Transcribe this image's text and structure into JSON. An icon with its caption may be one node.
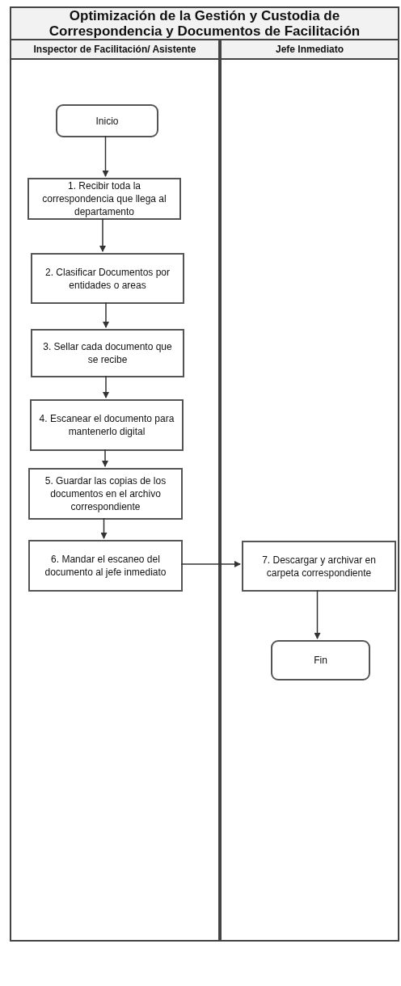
{
  "diagram": {
    "title": "Optimización de la Gestión y Custodia de Correspondencia y Documentos de Facilitación",
    "nodes": [
      {
        "text": [
          "Inspector de Facilitación/ Asistente"
        ]
      },
      {
        "text": [
          "Jefe Inmediato"
        ]
      },
      {
        "text": [
          "Inicio"
        ],
        "in": 0
      },
      {
        "text": [
          "1. Recibir toda la correspondencia que llega al departamento"
        ],
        "in": 0
      },
      {
        "text": [
          "2. Clasificar Documentos por entidades o areas"
        ],
        "in": 0
      },
      {
        "text": [
          "3. Sellar cada documento que se recibe"
        ],
        "in": 0
      },
      {
        "text": [
          "4. Escanear el documento para mantenerlo digital"
        ],
        "in": 0
      },
      {
        "text": [
          "5. Guardar las copias de los documentos en el archivo correspondiente"
        ],
        "in": 0
      },
      {
        "text": [
          "6. Mandar el escaneo del documento al jefe inmediato"
        ],
        "in": 0
      },
      {
        "text": [
          "7. Descargar y archivar en carpeta correspondiente"
        ],
        "in": 1
      },
      {
        "text": [
          "Fin"
        ],
        "in": 1
      }
    ],
    "edges": [
      {
        "from": 2,
        "to": 3,
        "arrow": "to"
      },
      {
        "from": 3,
        "to": 4,
        "arrow": "to"
      },
      {
        "from": 4,
        "to": 5,
        "arrow": "to"
      },
      {
        "from": 5,
        "to": 6,
        "arrow": "to"
      },
      {
        "from": 6,
        "to": 7,
        "arrow": "to"
      },
      {
        "from": 7,
        "to": 8,
        "arrow": "to"
      },
      {
        "from": 8,
        "to": 9,
        "arrow": "to"
      },
      {
        "from": 9,
        "to": 10,
        "arrow": "to"
      }
    ]
  }
}
